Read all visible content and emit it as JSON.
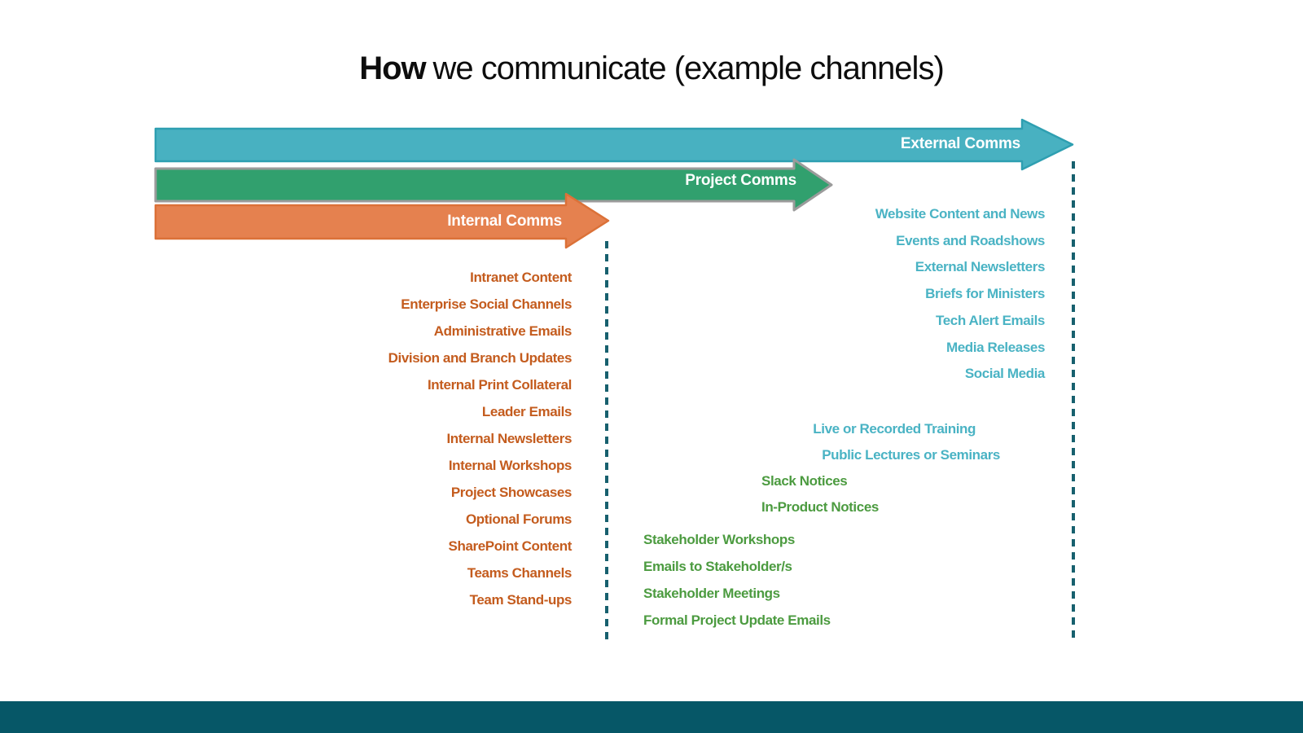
{
  "slide": {
    "title": {
      "emphasis": "How",
      "rest": "we communicate (example channels)"
    }
  },
  "arrows": {
    "external": {
      "label": "External Comms",
      "fill": "#48B1C1",
      "border": "#2E9FB1"
    },
    "project": {
      "label": "Project Comms",
      "fill": "#31A06E",
      "border": "#9B9B9B"
    },
    "internal": {
      "label": "Internal Comms",
      "fill": "#E5814F",
      "border": "#DB7138"
    }
  },
  "channels": {
    "internal": {
      "color": "#C45C1E",
      "items": [
        "Intranet Content",
        "Enterprise Social Channels",
        "Administrative Emails",
        "Division and Branch Updates",
        "Internal Print Collateral",
        "Leader Emails",
        "Internal Newsletters",
        "Internal Workshops",
        "Project Showcases",
        "Optional Forums",
        "SharePoint Content",
        "Teams Channels",
        "Team Stand-ups"
      ]
    },
    "external": {
      "color": "#4AB3C4",
      "items": [
        "Website Content and News",
        "Events and Roadshows",
        "External Newsletters",
        "Briefs for Ministers",
        "Tech Alert Emails",
        "Media Releases",
        "Social Media"
      ]
    },
    "external_project_overlap": {
      "color": "#4AB3C4",
      "items": [
        "Live or Recorded Training",
        "Public Lectures or Seminars"
      ]
    },
    "project_product": {
      "color": "#4C9B40",
      "items": [
        "Slack Notices",
        "In-Product Notices"
      ]
    },
    "project_stakeholder": {
      "color": "#4C9B40",
      "items": [
        "Stakeholder Workshops",
        "Emails to Stakeholder/s",
        "Stakeholder Meetings",
        "Formal Project Update Emails"
      ]
    }
  },
  "decor": {
    "divider_line_color": "#17606E",
    "footer_bar_color": "#065767"
  }
}
